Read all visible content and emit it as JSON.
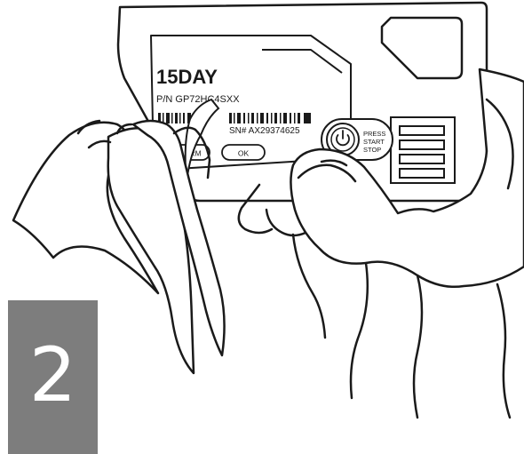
{
  "device": {
    "title": "15DAY",
    "part_number": "P/N GP72HC4SXX",
    "serial_number": "SN# AX29374625",
    "alarm_button_label": "ALARM",
    "ok_button_label": "OK",
    "press_start_stop": [
      "PRESS",
      "START",
      "STOP"
    ],
    "power_icon": "power-icon"
  },
  "step": {
    "number": "2",
    "badge_color": "#7d7d7d"
  },
  "colors": {
    "line": "#1a1a1a",
    "background": "#ffffff"
  }
}
